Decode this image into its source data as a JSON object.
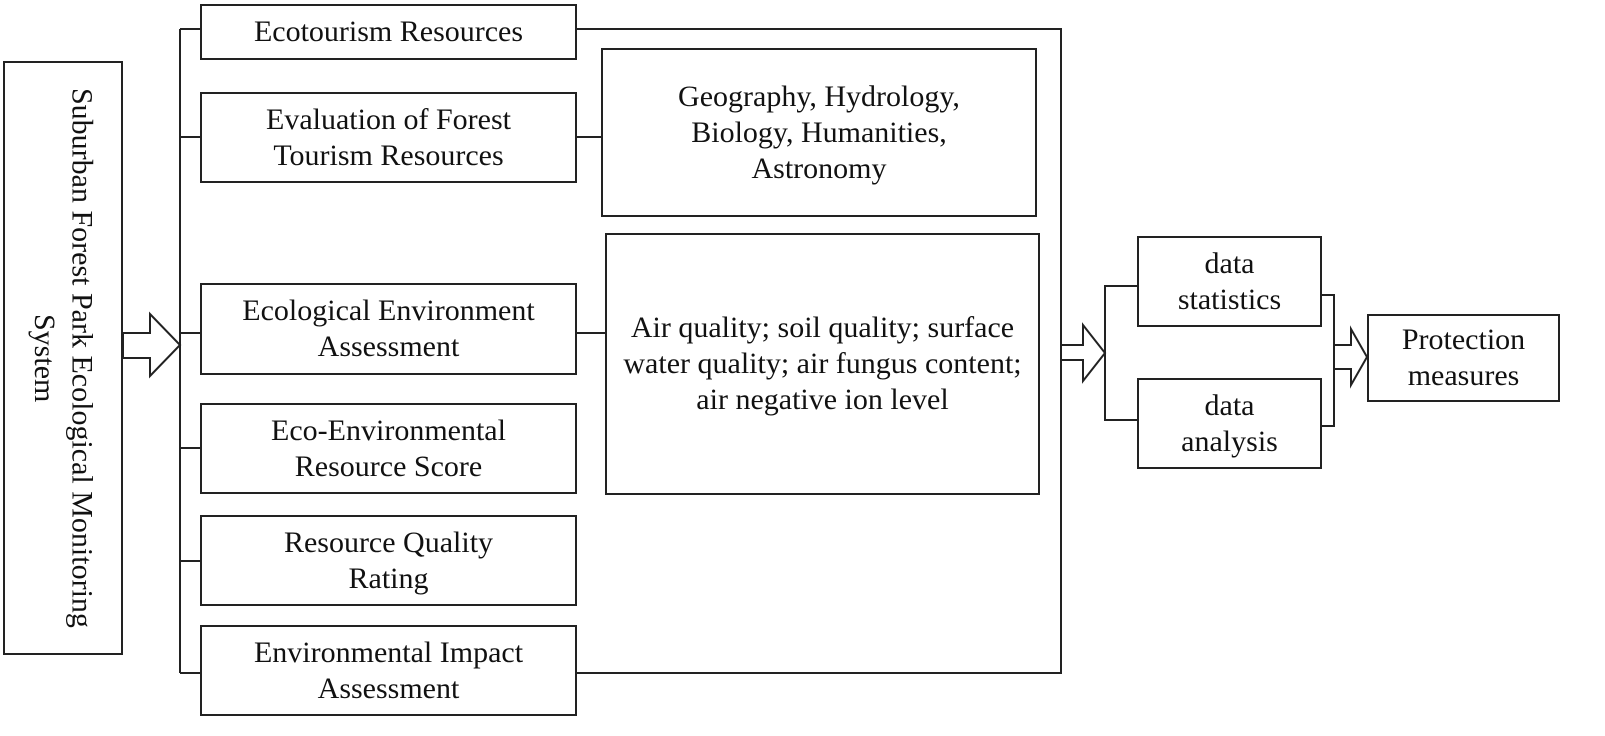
{
  "diagram": {
    "root": {
      "label": "Suburban Forest Park Ecological Monitoring System"
    },
    "modules": [
      {
        "label": "Ecotourism Resources"
      },
      {
        "label": "Evaluation of Forest Tourism Resources"
      },
      {
        "label": "Ecological Environment Assessment"
      },
      {
        "label": "Eco-Environmental Resource Score"
      },
      {
        "label": "Resource Quality Rating"
      },
      {
        "label": "Environmental Impact Assessment"
      }
    ],
    "details": [
      {
        "attached_to": "Evaluation of Forest Tourism Resources",
        "label": "Geography, Hydrology, Biology, Humanities, Astronomy"
      },
      {
        "attached_to": "Ecological Environment Assessment",
        "label": "Air quality; soil quality; surface water quality; air fungus content; air negative ion level"
      }
    ],
    "processing": [
      {
        "label": "data statistics"
      },
      {
        "label": "data analysis"
      }
    ],
    "output": {
      "label": "Protection measures"
    }
  }
}
